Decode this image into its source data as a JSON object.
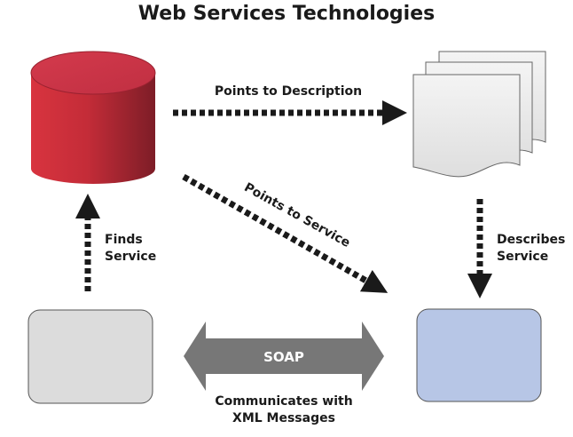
{
  "title": "Web Services Technologies",
  "edges": {
    "points_to_description": "Points to Description",
    "points_to_service": "Points to Service",
    "finds_service": [
      "Finds",
      "Service"
    ],
    "describes_service": [
      "Describes",
      "Service"
    ],
    "soap": "SOAP",
    "communicates": [
      "Communicates with",
      "XML Messages"
    ]
  },
  "colors": {
    "registry": "#c8303e",
    "client": "#dcdcdc",
    "service": "#b7c6e6",
    "soap_arrow": "#777777"
  },
  "icons": {
    "registry": "database-cylinder-icon",
    "description": "document-stack-icon"
  }
}
